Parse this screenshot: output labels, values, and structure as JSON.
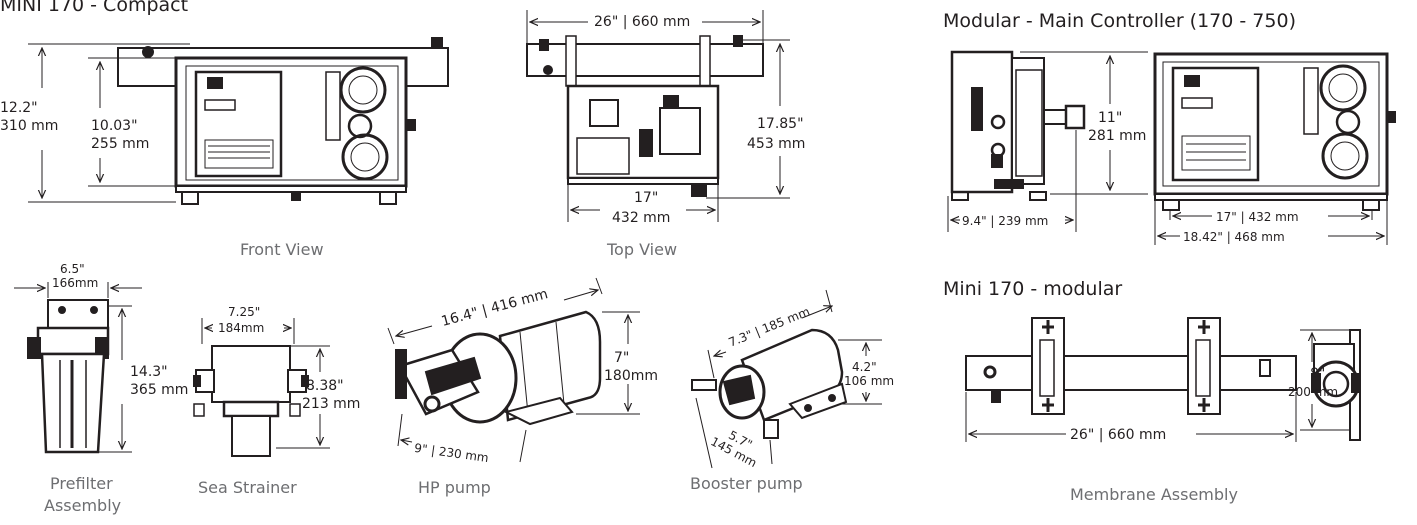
{
  "sections": {
    "compact_title": "MINI 170 - Compact",
    "modular_controller_title": "Modular - Main Controller (170 - 750)",
    "mini_modular_title": "Mini 170 - modular"
  },
  "captions": {
    "front_view": "Front View",
    "top_view": "Top View",
    "prefilter_1": "Prefilter",
    "prefilter_2": "Assembly",
    "sea_strainer": "Sea Strainer",
    "hp_pump": "HP pump",
    "booster_pump": "Booster pump",
    "membrane_assembly": "Membrane Assembly"
  },
  "dimensions": {
    "front_height_outer_in": "12.2\"",
    "front_height_outer_mm": "310 mm",
    "front_height_inner_in": "10.03\"",
    "front_height_inner_mm": "255 mm",
    "top_width": "26\" | 660 mm",
    "top_depth_in": "17.85\"",
    "top_depth_mm": "453 mm",
    "top_frame_in": "17\"",
    "top_frame_mm": "432 mm",
    "ctrl_height_in": "11\"",
    "ctrl_height_mm": "281 mm",
    "ctrl_side_depth": "9.4\" | 239 mm",
    "ctrl_width_inner": "17\" | 432 mm",
    "ctrl_width_outer": "18.42\" | 468 mm",
    "prefilter_width_in": "6.5\"",
    "prefilter_width_mm": "166mm",
    "prefilter_height_in": "14.3\"",
    "prefilter_height_mm": "365 mm",
    "strainer_width_in": "7.25\"",
    "strainer_width_mm": "184mm",
    "strainer_height_in": "8.38\"",
    "strainer_height_mm": "213 mm",
    "hp_length": "16.4\" | 416 mm",
    "hp_height_in": "7\"",
    "hp_height_mm": "180mm",
    "hp_width": "9\" | 230 mm",
    "booster_length": "7.3\" | 185 mm",
    "booster_height_in": "4.2\"",
    "booster_height_mm": "106 mm",
    "booster_width_in": "5.7\"",
    "booster_width_mm": "145 mm",
    "membrane_height_in": "8\"",
    "membrane_height_mm": "200 mm",
    "membrane_length": "26\" | 660 mm"
  }
}
